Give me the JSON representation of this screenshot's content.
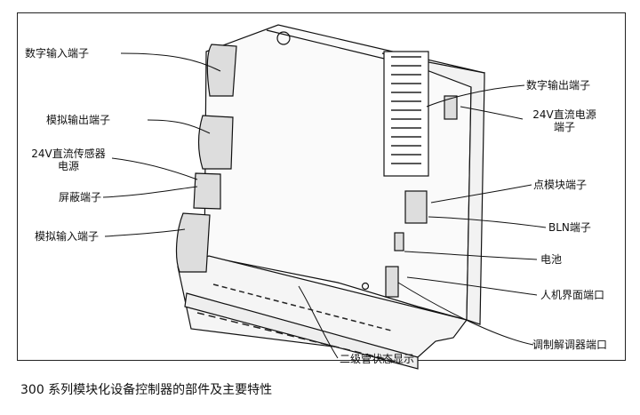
{
  "labels": {
    "digital_input": "数字输入端子",
    "analog_output": "模拟输出端子",
    "sensor_power_l1": "24V直流传感器",
    "sensor_power_l2": "电源",
    "shield": "屏蔽端子",
    "analog_input": "模拟输入端子",
    "digital_output": "数字输出端子",
    "dc_power_l1": "24V直流电源",
    "dc_power_l2": "端子",
    "point_module": "点模块端子",
    "bln": "BLN端子",
    "battery": "电池",
    "hmi_port": "人机界面端口",
    "modem_port": "调制解调器端口",
    "diode_display": "二级管状态显示"
  },
  "caption": "300 系列模块化设备控制器的部件及主要特性"
}
